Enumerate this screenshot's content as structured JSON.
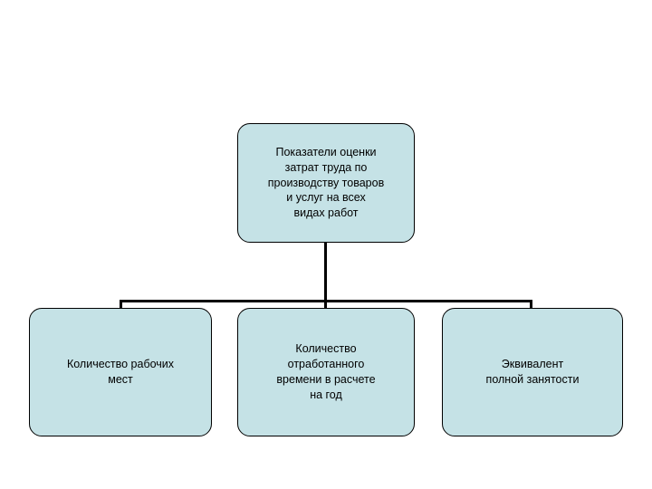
{
  "diagram": {
    "type": "org-chart",
    "root": {
      "label": "Показатели оценки\nзатрат труда по\nпроизводству товаров\nи услуг на всех\nвидах работ"
    },
    "children": [
      {
        "label": "Количество рабочих\nмест"
      },
      {
        "label": "Количество\nотработанного\nвремени в расчете\nна год"
      },
      {
        "label": "Эквивалент\nполной занятости"
      }
    ],
    "colors": {
      "node_fill": "#c5e2e6",
      "node_border": "#000000",
      "connector": "#000000",
      "background": "#ffffff",
      "text": "#000000"
    }
  }
}
